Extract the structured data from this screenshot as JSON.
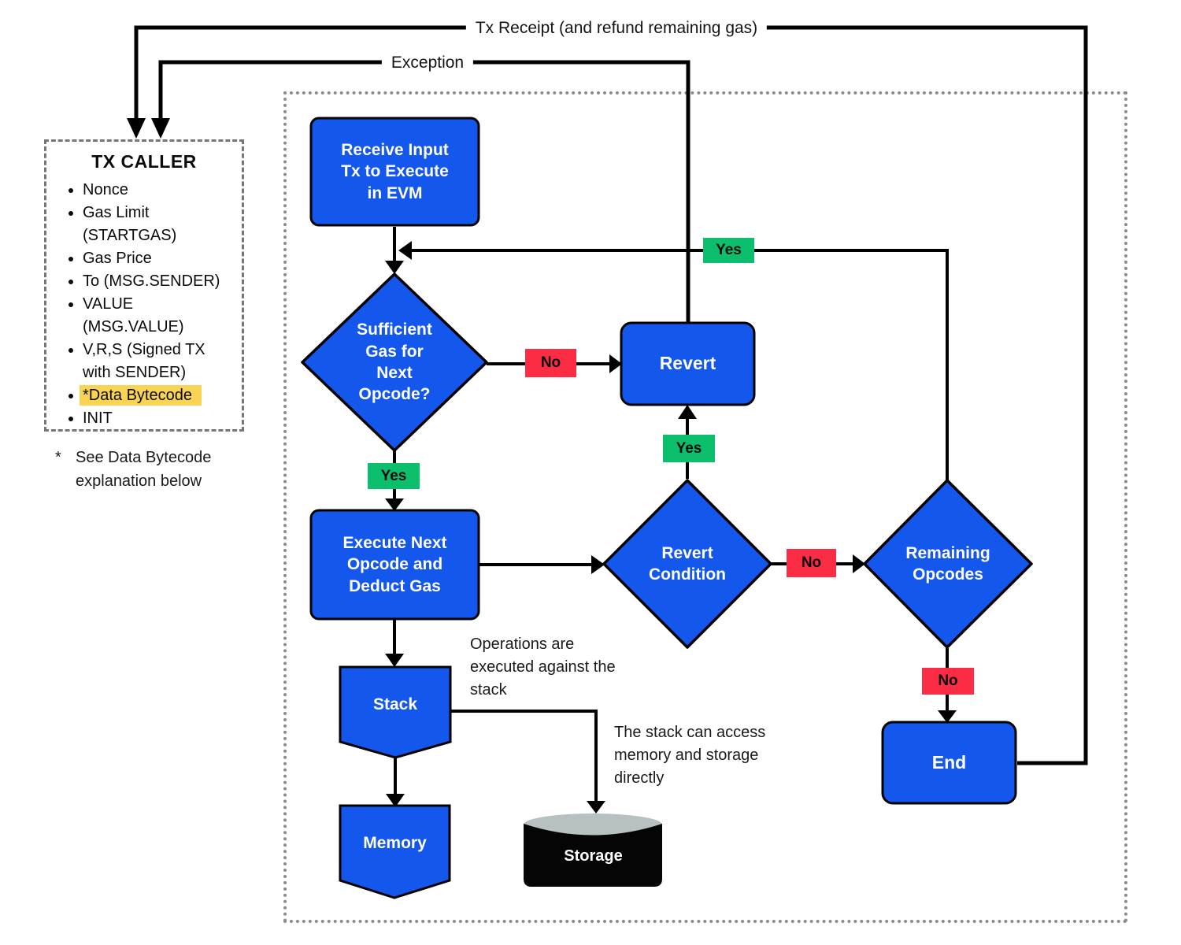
{
  "colors": {
    "node_blue": "#1457ec",
    "chip_green": "#0cbf6c",
    "chip_red": "#fb2c44",
    "highlight_yellow": "#f8d354",
    "storage_black": "#050505",
    "storage_silver": "#b7c1c2",
    "line_black": "#000000",
    "frame_gray": "#8c8c8c"
  },
  "top_labels": {
    "tx_receipt": "Tx Receipt (and refund remaining gas)",
    "exception": "Exception"
  },
  "caller": {
    "title": "TX CALLER",
    "items": [
      "Nonce",
      "Gas Limit (STARTGAS)",
      "Gas Price",
      "To (MSG.SENDER)",
      "VALUE (MSG.VALUE)",
      "V,R,S (Signed TX with SENDER)",
      "*Data Bytecode",
      "INIT"
    ],
    "footnote_mark": "*",
    "footnote": "See Data Bytecode explanation below"
  },
  "nodes": {
    "receive": "Receive Input\nTx to Execute\nin EVM",
    "sufficient_gas": "Sufficient\nGas for\nNext\nOpcode?",
    "revert": "Revert",
    "execute": "Execute Next\nOpcode and\nDeduct Gas",
    "revert_condition": "Revert\nCondition",
    "remaining_opcodes": "Remaining\nOpcodes",
    "end": "End",
    "stack": "Stack",
    "memory": "Memory",
    "storage": "Storage"
  },
  "edges": {
    "yes_loop": "Yes",
    "no_gas": "No",
    "yes_gas": "Yes",
    "yes_revert_condition": "Yes",
    "no_revert_condition": "No",
    "no_remaining": "No"
  },
  "notes": {
    "operations": "Operations are executed against the stack",
    "stack_access": "The stack can access memory and storage directly"
  }
}
